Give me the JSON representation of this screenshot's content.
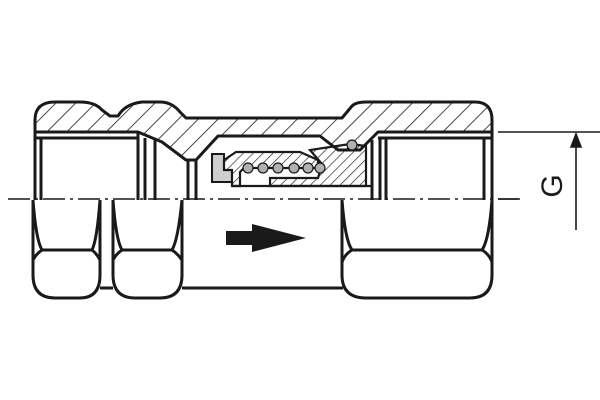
{
  "figure": {
    "type": "technical-drawing",
    "subject": "inline check valve, half-section view",
    "colors": {
      "line": "#1a1a1a",
      "background": "#ffffff",
      "seal_fill": "#cfcfcf",
      "ball_fill": "#b0b0b0"
    }
  },
  "dimension": {
    "label": "G",
    "orientation": "vertical, text rotated 90° counter-clockwise"
  },
  "flow_arrow": {
    "direction": "left-to-right"
  }
}
